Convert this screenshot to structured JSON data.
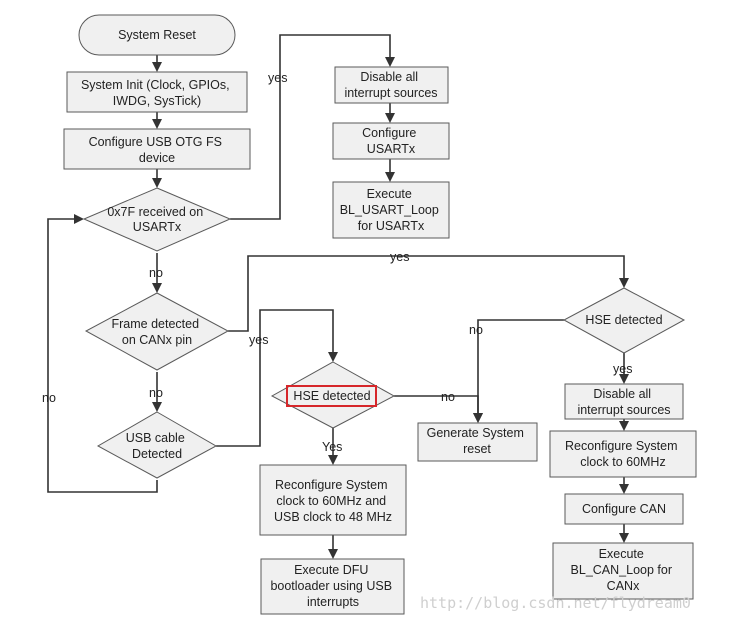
{
  "nodes": {
    "system_reset": [
      "System Reset"
    ],
    "system_init": [
      "System Init (Clock, GPIOs,",
      "IWDG, SysTick)"
    ],
    "configure_usb": [
      "Configure USB OTG FS",
      "device"
    ],
    "usart_decision": [
      "0x7F received on",
      "USARTx"
    ],
    "can_frame_decision": [
      "Frame detected",
      "on CANx pin"
    ],
    "usb_cable_decision": [
      "USB cable",
      "Detected"
    ],
    "disable_interrupts_usart": [
      "Disable all",
      "interrupt sources"
    ],
    "configure_usartx": [
      "Configure",
      "USARTx"
    ],
    "execute_usart_loop": [
      "Execute",
      "BL_USART_Loop",
      "for USARTx"
    ],
    "hse_usb_decision": [
      "HSE detected"
    ],
    "reconfigure_usb_clock": [
      "Reconfigure System",
      "clock to 60MHz and",
      "USB clock to 48 MHz"
    ],
    "execute_dfu": [
      "Execute DFU",
      "bootloader using USB",
      "interrupts"
    ],
    "generate_reset": [
      "Generate System",
      "reset"
    ],
    "hse_can_decision": [
      "HSE detected"
    ],
    "disable_interrupts_can": [
      "Disable all",
      "interrupt sources"
    ],
    "reconfigure_can_clock": [
      "Reconfigure System",
      "clock to 60MHz"
    ],
    "configure_can": [
      "Configure CAN"
    ],
    "execute_can_loop": [
      "Execute",
      "BL_CAN_Loop for",
      "CANx"
    ]
  },
  "edge_labels": {
    "yes_usart": "yes",
    "no_usart": "no",
    "yes_can_frame": "yes",
    "no_can_frame": "no",
    "yes_usb_cable": "yes",
    "no_usb_cable": "no",
    "yes_hse_usb": "Yes",
    "no_hse_usb": "no",
    "yes_hse_can": "yes",
    "no_hse_can": "no"
  },
  "watermark": "http://blog.csdn.net/flydream0",
  "colors": {
    "node_fill": "#f0f0f0",
    "node_stroke": "#5a5a5a",
    "edge": "#333333",
    "highlight": "#d6262a"
  }
}
